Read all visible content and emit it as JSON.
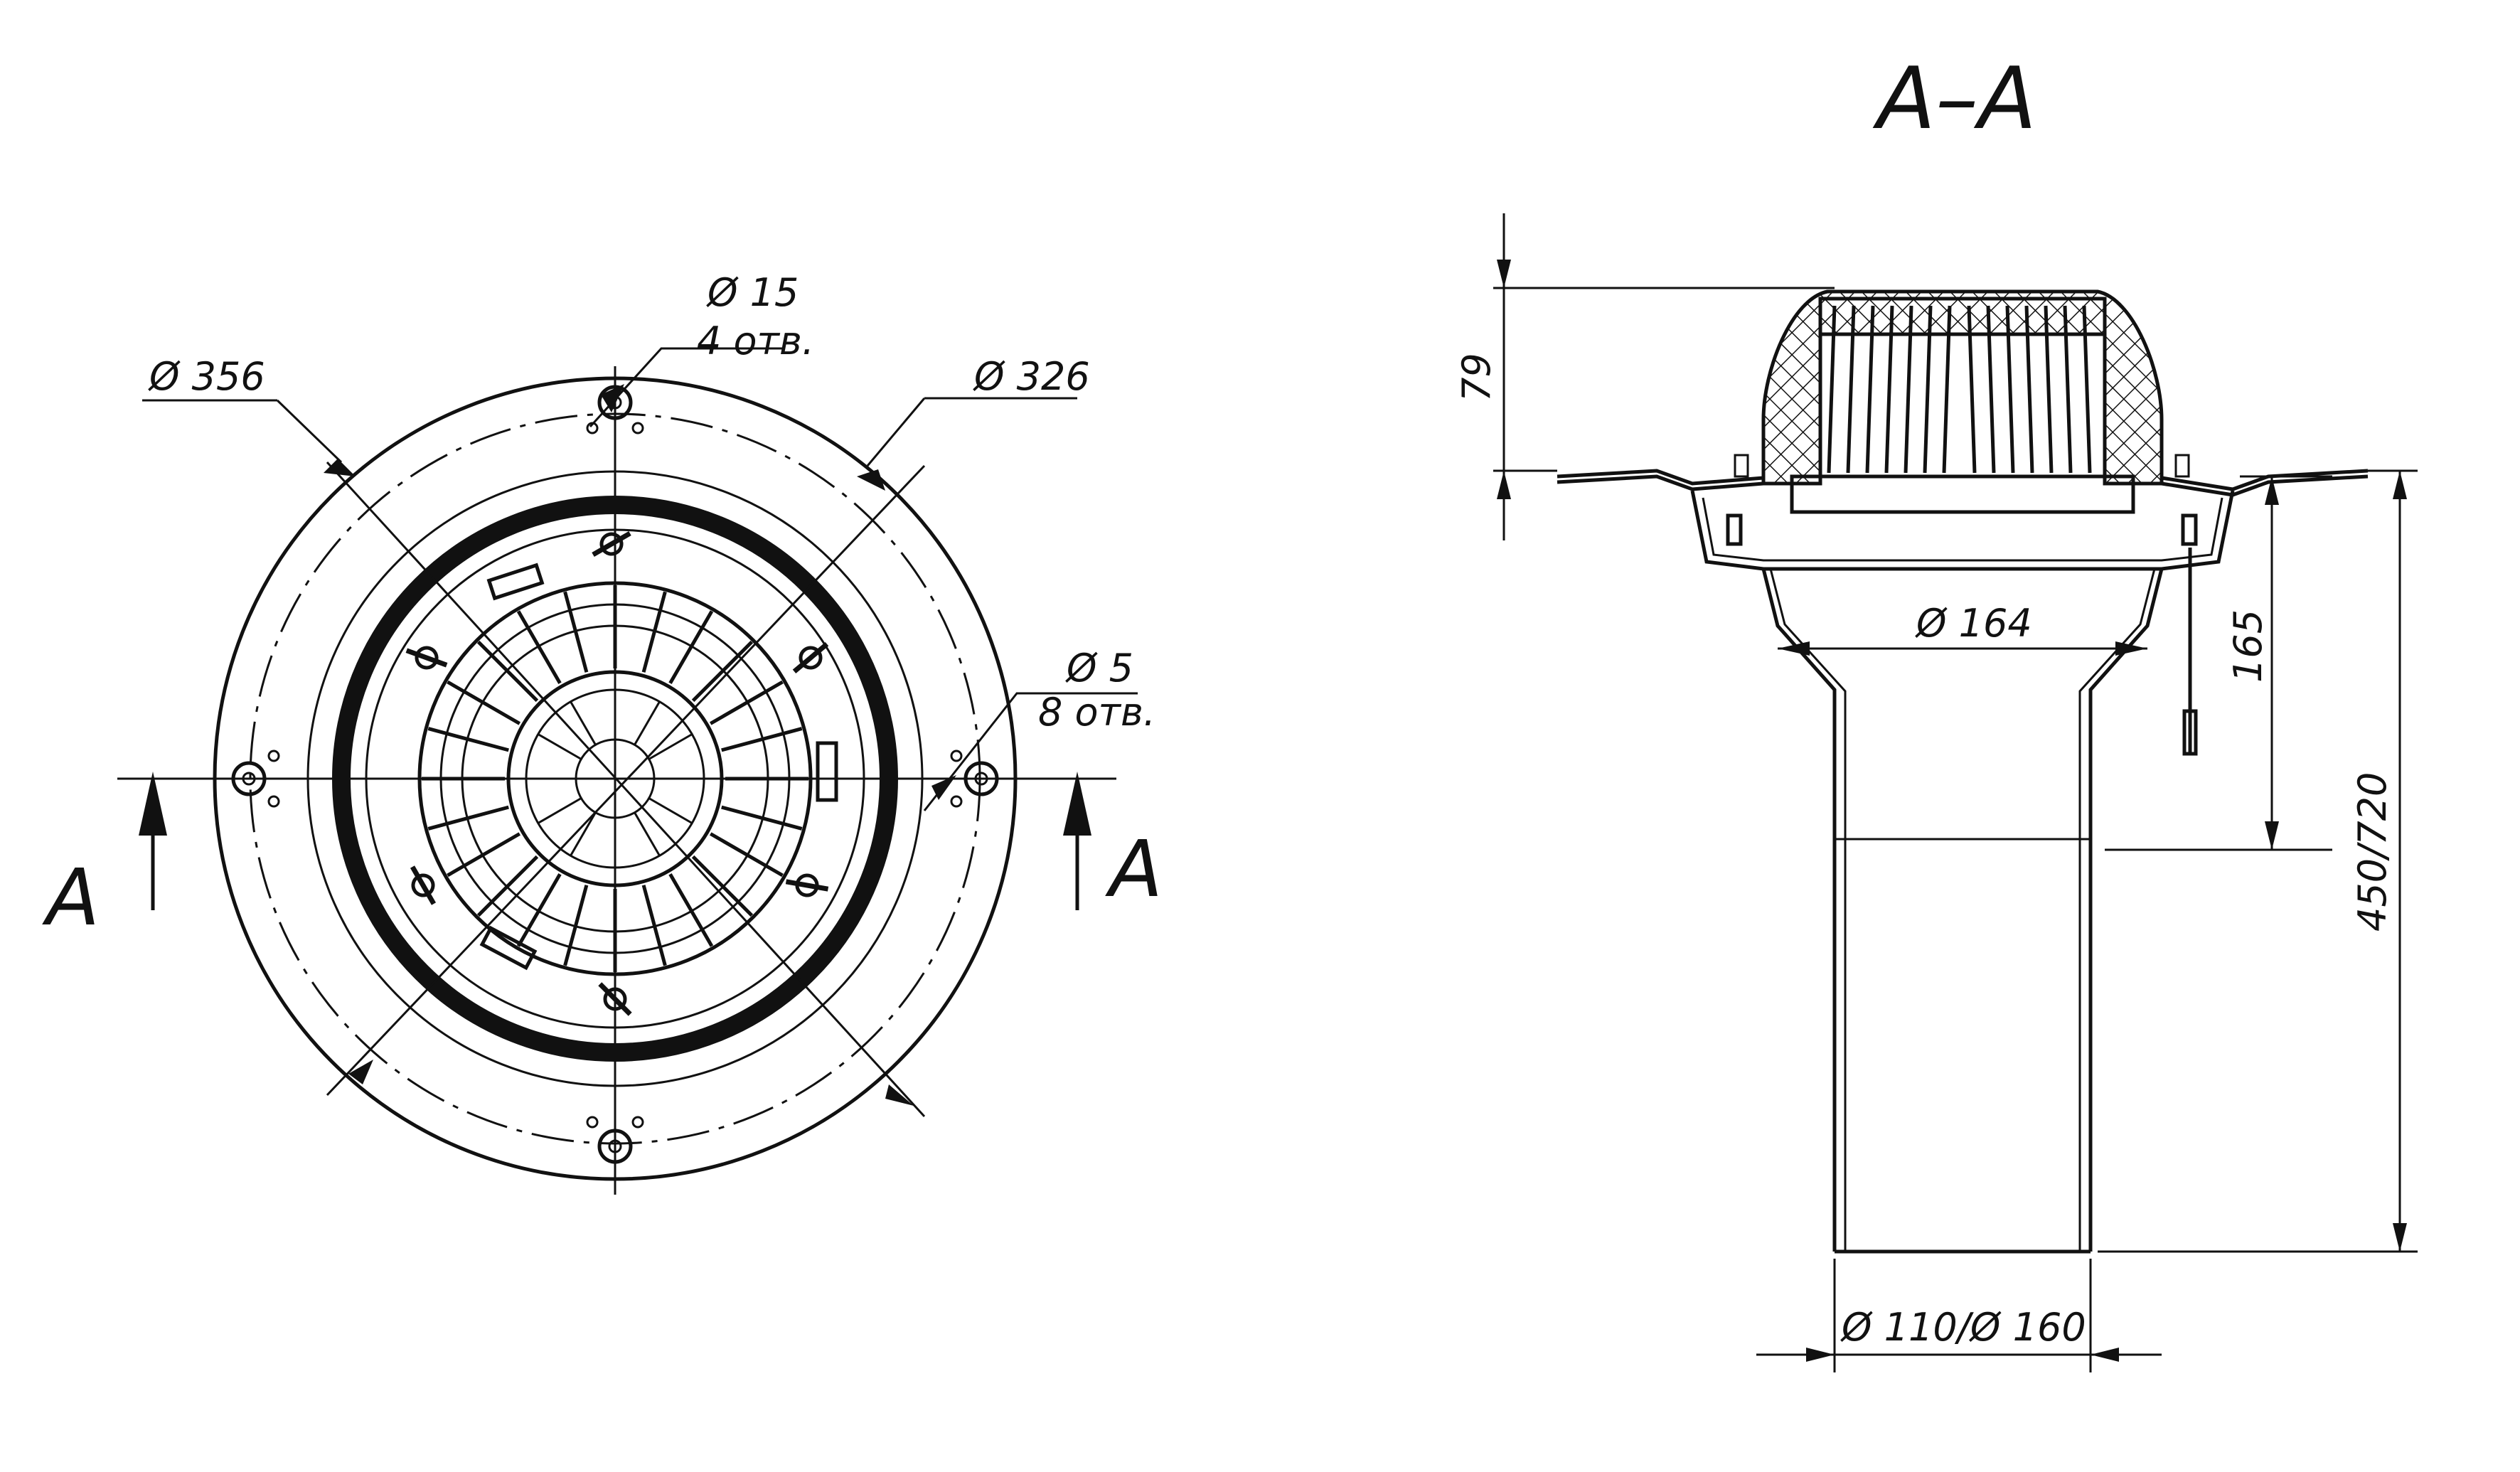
{
  "plan_view": {
    "dia_outer": "Ø 356",
    "dia_holes_count": "Ø 15",
    "holes_15_note": "4 отв.",
    "dia_bolt_circle": "Ø 326",
    "dia_small_holes": "Ø 5",
    "holes_5_note": "8 отв.",
    "section_mark_left": "A",
    "section_mark_right": "A"
  },
  "section_view": {
    "title": "A–A",
    "dim_top_height": "79",
    "dim_inner_dia": "Ø 164",
    "dim_depth": "165",
    "dim_total_length": "450/720",
    "dim_pipe_dia": "Ø 110/Ø 160"
  },
  "colors": {
    "line": "#111111",
    "background": "#ffffff"
  }
}
